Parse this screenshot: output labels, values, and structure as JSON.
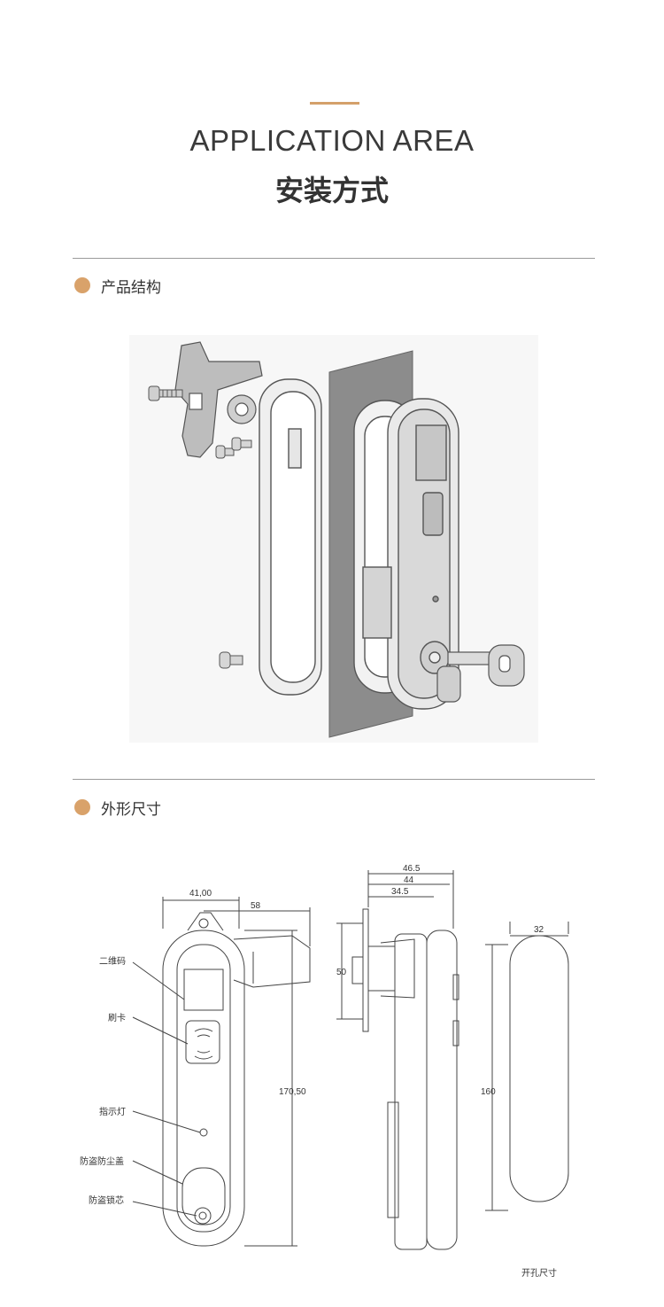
{
  "header": {
    "title_en": "APPLICATION AREA",
    "title_cn": "安装方式",
    "accent_color": "#d4a06a"
  },
  "sections": [
    {
      "label": "产品结构",
      "dot_color": "#d9a26a"
    },
    {
      "label": "外形尺寸",
      "dot_color": "#d9a26a"
    }
  ],
  "annotations": {
    "qr_code": "二维码",
    "card_swipe": "刷卡",
    "indicator_light": "指示灯",
    "dust_cover": "防盗防尘盖",
    "lock_core": "防盗锁芯"
  },
  "dimensions": {
    "front_width": "41,00",
    "front_handle": "58",
    "front_height": "170,50",
    "side_depth_1": "46.5",
    "side_depth_2": "44",
    "side_depth_3": "34.5",
    "side_bracket": "50",
    "cutout_width": "32",
    "cutout_height": "160"
  },
  "cutout_caption": "开孔尺寸"
}
